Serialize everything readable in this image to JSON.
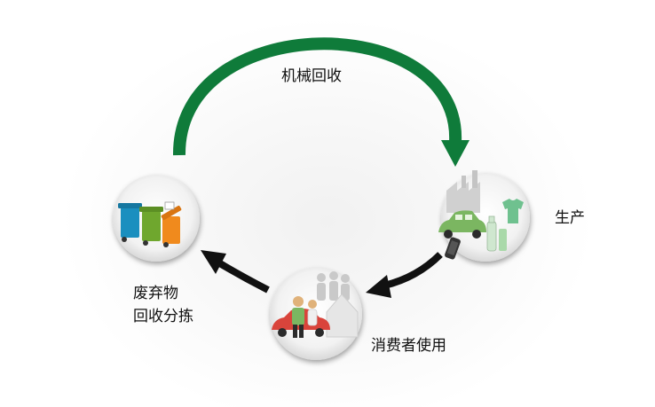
{
  "labels": {
    "mechanical_recycling": "机械回收",
    "production": "生产",
    "consumer_use": "消费者使用",
    "waste_sorting_line1": "废弃物",
    "waste_sorting_line2": "回收分拣"
  },
  "colors": {
    "big_arrow": "#0f7b3a",
    "small_arrows": "#111111",
    "bin_blue": "#1a8fbf",
    "bin_green": "#6fa72e",
    "bin_orange": "#f08a1d",
    "car_green": "#7bb661",
    "car_red": "#d9443b"
  },
  "icons": {
    "left": "recycling-bins-icon",
    "right": "production-icon",
    "bottom": "consumer-use-icon"
  }
}
